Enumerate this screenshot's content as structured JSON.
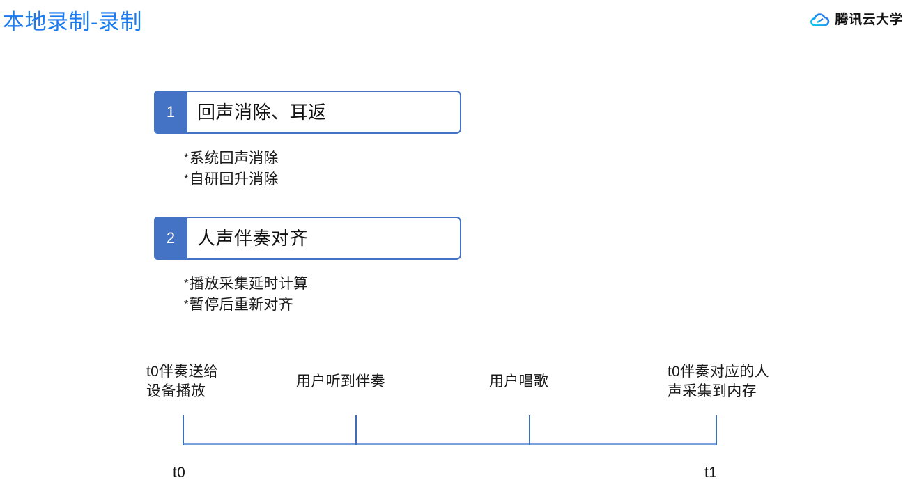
{
  "header": {
    "title": "本地录制-录制",
    "title_color": "#1a7af0",
    "brand_text": "腾讯云大学",
    "brand_icon": "cloud-icon"
  },
  "blocks": [
    {
      "number": "1",
      "label": "回声消除、耳返",
      "accent_color": "#4472c4",
      "bullets": [
        "系统回声消除",
        "自研回升消除"
      ]
    },
    {
      "number": "2",
      "label": "人声伴奏对齐",
      "accent_color": "#4472c4",
      "bullets": [
        "播放采集延时计算",
        "暂停后重新对齐"
      ]
    }
  ],
  "bullet_marker": "*",
  "timeline": {
    "axis_color": "#7ba1dc",
    "tick_color": "#3d6fb8",
    "labels": [
      {
        "lines": [
          "t0伴奏送给",
          "设备播放"
        ]
      },
      {
        "lines": [
          "用户听到伴奏"
        ]
      },
      {
        "lines": [
          "用户唱歌"
        ]
      },
      {
        "lines": [
          "t0伴奏对应的人",
          "声采集到内存"
        ]
      }
    ],
    "start_label": "t0",
    "end_label": "t1"
  }
}
